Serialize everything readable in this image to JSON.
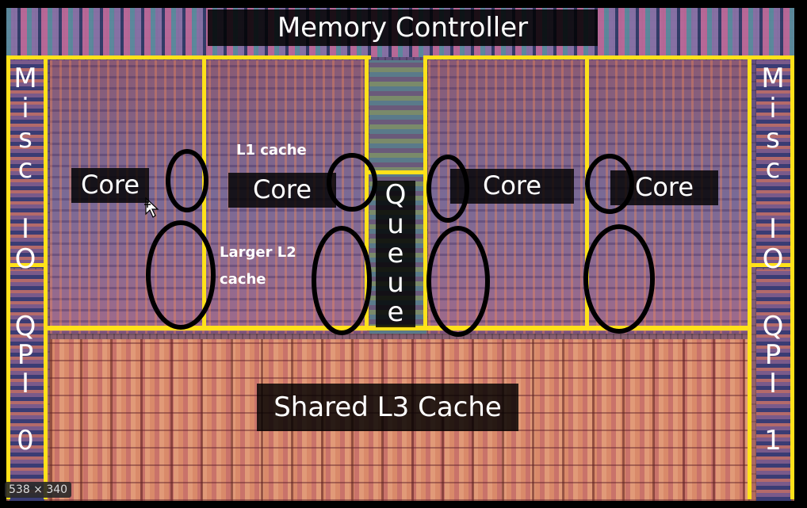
{
  "diagram": {
    "memory_controller": "Memory Controller",
    "cores": [
      "Core",
      "Core",
      "Core",
      "Core"
    ],
    "queue": "Q\nu\ne\nu\ne",
    "misc_io_left": "M\ni\ns\nc\n\nI\nO",
    "misc_io_right": "M\ni\ns\nc\n\nI\nO",
    "qpi_left": "Q\nP\nI\n\n0",
    "qpi_right": "Q\nP\nI\n\n1",
    "l3": "Shared L3 Cache",
    "l1_note": "L1 cache",
    "l2_note": "Larger L2\ncache"
  },
  "viewer": {
    "size_badge": "538 × 340"
  },
  "colors": {
    "frame": "#ffe11a",
    "label_bg": "#000000",
    "label_text": "#ffffff",
    "circle": "#000000"
  },
  "icons": {
    "cursor": "move-cursor-icon"
  }
}
